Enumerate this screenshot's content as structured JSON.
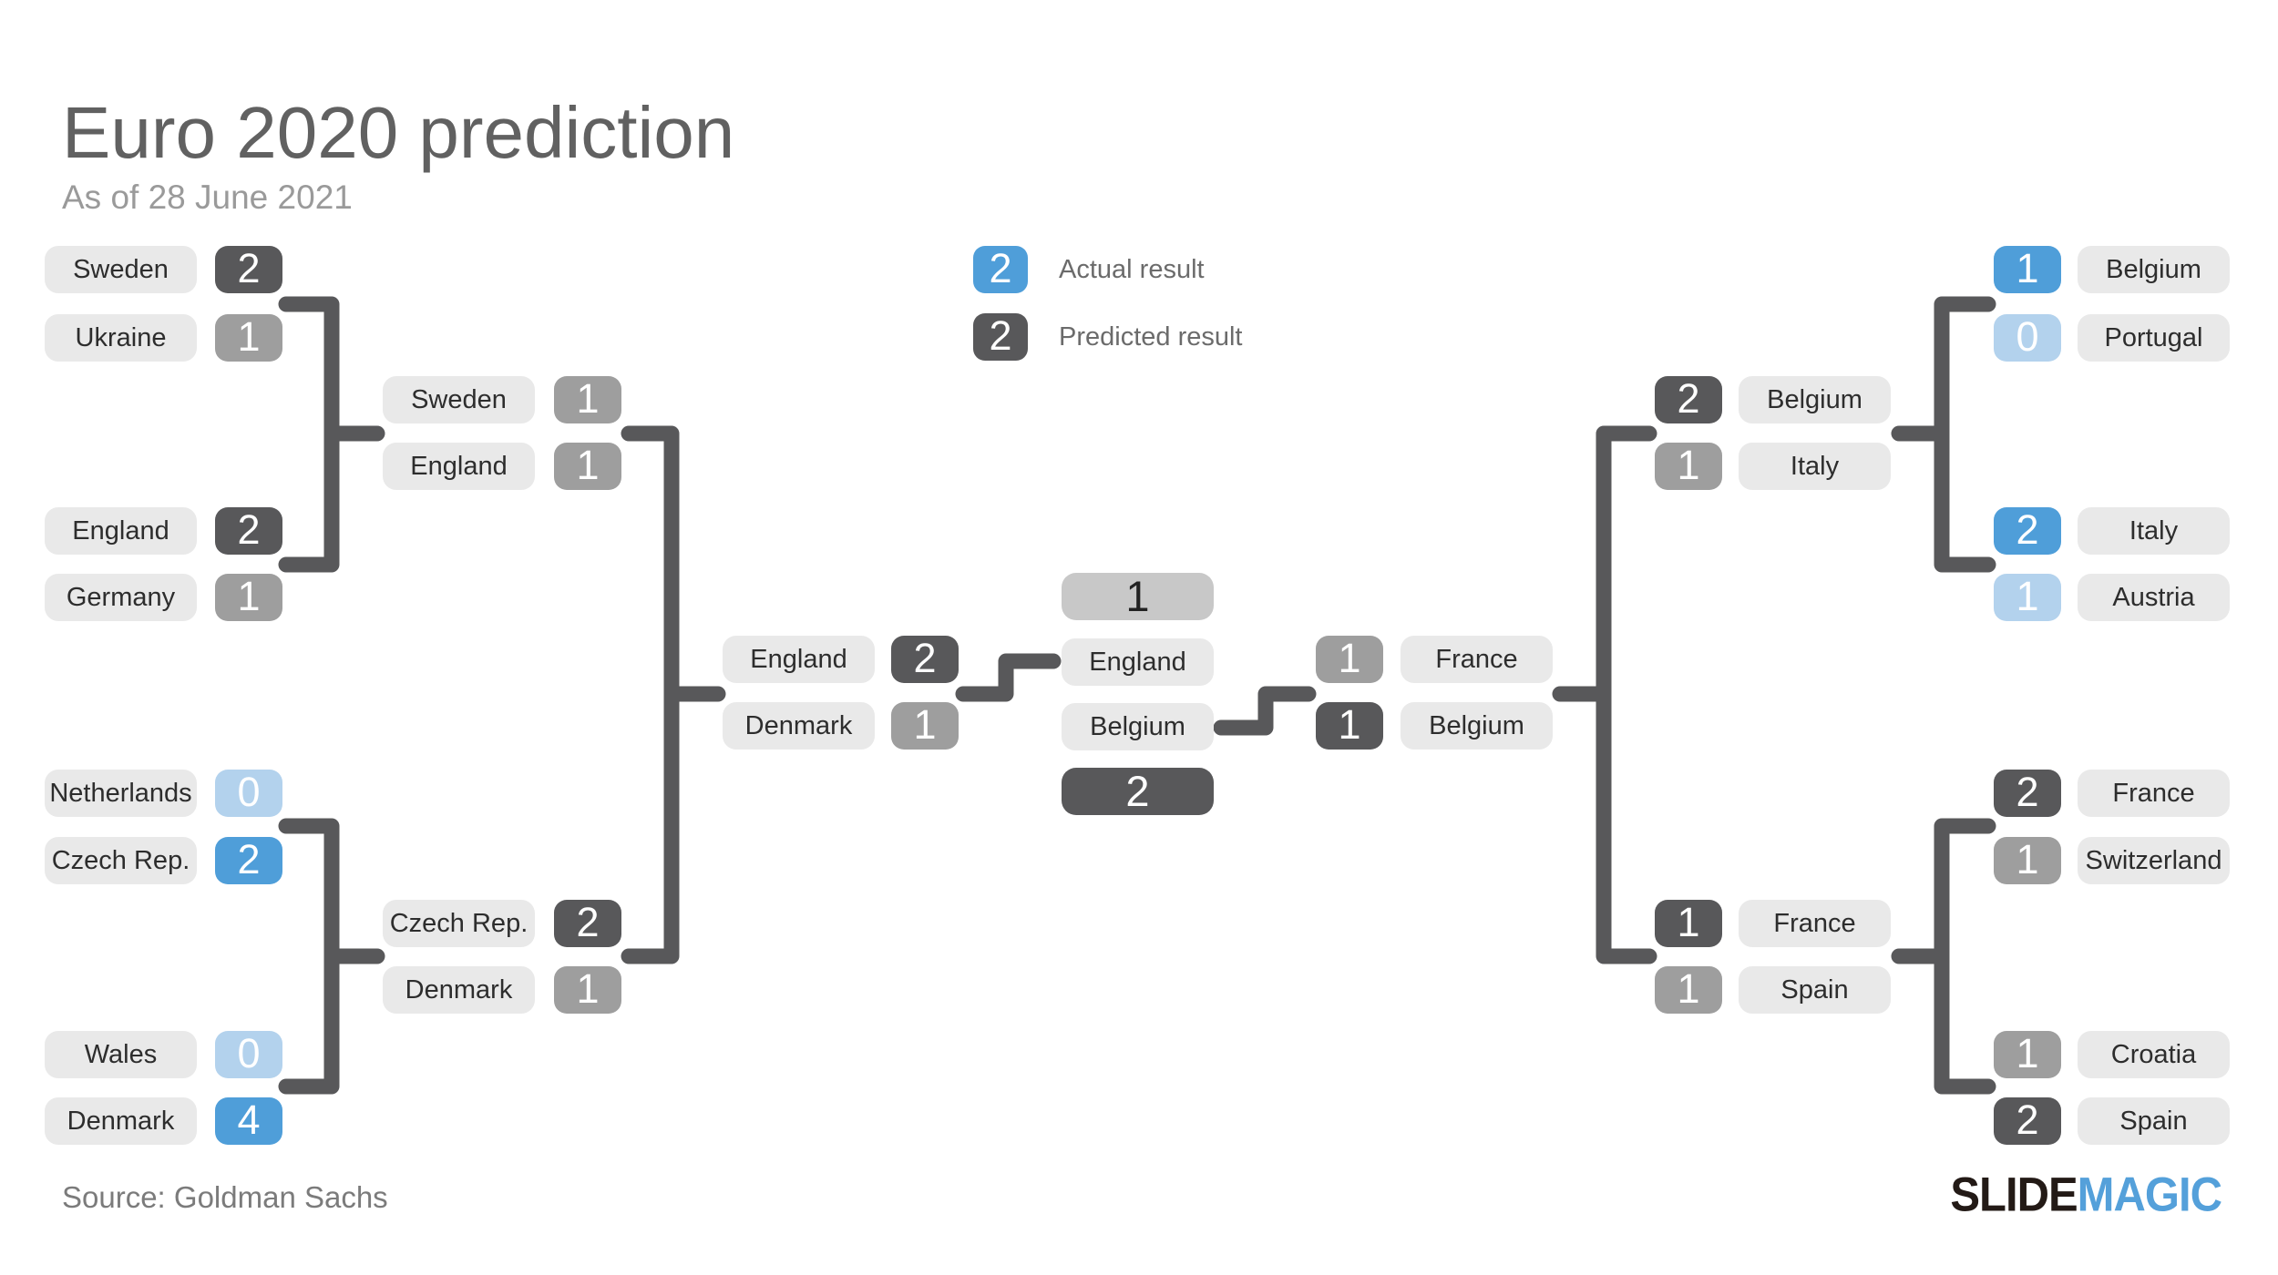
{
  "header": {
    "title": "Euro 2020 prediction",
    "subtitle": "As of 28 June 2021"
  },
  "legend": {
    "actual": {
      "value": "2",
      "label": "Actual result"
    },
    "predicted": {
      "value": "2",
      "label": "Predicted result"
    }
  },
  "matches": {
    "r16_l1": {
      "t1": "Sweden",
      "s1": "2",
      "t2": "Ukraine",
      "s2": "1"
    },
    "r16_l2": {
      "t1": "England",
      "s1": "2",
      "t2": "Germany",
      "s2": "1"
    },
    "r16_l3": {
      "t1": "Netherlands",
      "s1": "0",
      "t2": "Czech Rep.",
      "s2": "2"
    },
    "r16_l4": {
      "t1": "Wales",
      "s1": "0",
      "t2": "Denmark",
      "s2": "4"
    },
    "qf_l1": {
      "t1": "Sweden",
      "s1": "1",
      "t2": "England",
      "s2": "1"
    },
    "qf_l2": {
      "t1": "Czech Rep.",
      "s1": "2",
      "t2": "Denmark",
      "s2": "1"
    },
    "sf_l": {
      "t1": "England",
      "s1": "2",
      "t2": "Denmark",
      "s2": "1"
    },
    "final": {
      "s1": "1",
      "t1": "England",
      "t2": "Belgium",
      "s2": "2"
    },
    "sf_r": {
      "t1": "France",
      "s1": "1",
      "t2": "Belgium",
      "s2": "1"
    },
    "qf_r1": {
      "t1": "Belgium",
      "s1": "2",
      "t2": "Italy",
      "s2": "1"
    },
    "qf_r2": {
      "t1": "France",
      "s1": "1",
      "t2": "Spain",
      "s2": "1"
    },
    "r16_r1": {
      "t1": "Belgium",
      "s1": "1",
      "t2": "Portugal",
      "s2": "0"
    },
    "r16_r2": {
      "t1": "Italy",
      "s1": "2",
      "t2": "Austria",
      "s2": "1"
    },
    "r16_r3": {
      "t1": "France",
      "s1": "2",
      "t2": "Switzerland",
      "s2": "1"
    },
    "r16_r4": {
      "t1": "Croatia",
      "s1": "1",
      "t2": "Spain",
      "s2": "2"
    }
  },
  "footer": {
    "source": "Source: Goldman Sachs",
    "logo": {
      "slide": "SLIDE",
      "magic": "MAGIC"
    }
  },
  "colors": {
    "actual": "#4f9ed9",
    "actual_light": "#b3d2ed",
    "predicted": "#58585a",
    "predicted_light": "#9e9e9e",
    "label_bg": "#e9e9e9",
    "final_runnerup_bg": "#c8c8c8",
    "connector": "#58585a",
    "logo_dark": "#231a16",
    "logo_blue": "#54a0da"
  }
}
